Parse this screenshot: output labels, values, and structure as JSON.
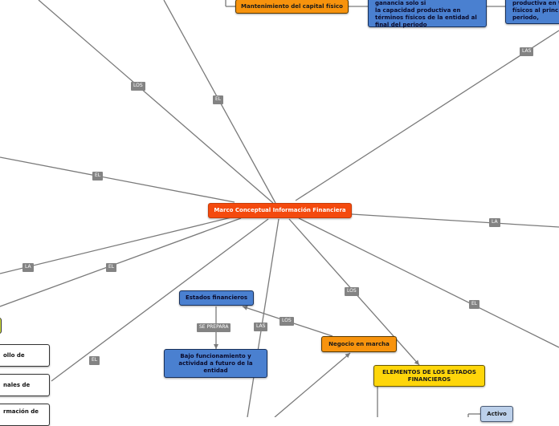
{
  "colors": {
    "line": "#7a7a7a",
    "central": "#f44a0e",
    "orange": "#f7930d",
    "blue": "#4a80d0",
    "yellow": "#fed60a",
    "light_blue": "#bcd0ea",
    "label_bg": "#838383"
  },
  "nodes": {
    "central": "Marco Conceptual Información Financiera",
    "mantenimiento": "Mantenimiento del capital físico",
    "capacidad_lines": [
      "ganancia solo si",
      "la capacidad productiva en",
      "términos físicos de la entidad al",
      "final del periodo"
    ],
    "productiva_lines": [
      "productiva en t",
      "físicos al princ",
      "periodo,"
    ],
    "estados_financieros": "Estados financieros",
    "bajo_funcionamiento": "Bajo funcionamiento y actividad a futuro de la entidad",
    "negocio_en_marcha": "Negocio en marcha",
    "elementos": "ELEMENTOS DE LOS ESTADOS FINANCIEROS",
    "activo": "Activo",
    "left_box_1": "ollo de",
    "left_box_2": "nales de",
    "left_box_3": "rmación de"
  },
  "labels": {
    "las_top_right": "LAS",
    "los_top_left": "LOS",
    "el_top": "EL",
    "el_left": "EL",
    "la_right": "LA",
    "la_left": "LA",
    "el_left_mid": "EL",
    "los_negocio": "LOS",
    "el_right": "EL",
    "se_prepara": "SE PREPARA",
    "los_estados": "LOS",
    "las_bottom": "LAS",
    "el_bottom_left": "EL"
  }
}
